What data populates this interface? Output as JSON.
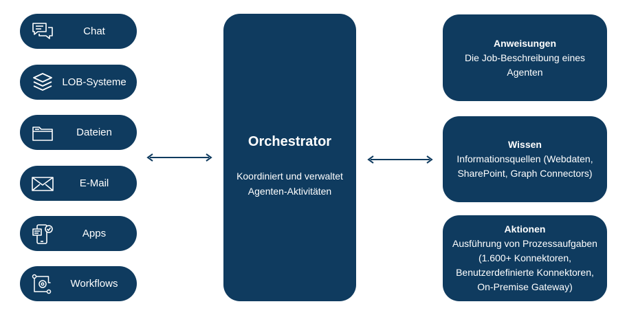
{
  "sources": [
    {
      "label": "Chat",
      "icon": "chat-icon"
    },
    {
      "label": "LOB-Systeme",
      "icon": "layers-icon"
    },
    {
      "label": "Dateien",
      "icon": "folder-icon"
    },
    {
      "label": "E-Mail",
      "icon": "mail-icon"
    },
    {
      "label": "Apps",
      "icon": "mobile-app-icon"
    },
    {
      "label": "Workflows",
      "icon": "workflow-icon"
    }
  ],
  "orchestrator": {
    "title": "Orchestrator",
    "desc_line1": "Koordiniert und verwaltet",
    "desc_line2": "Agenten-Aktivitäten"
  },
  "cards": [
    {
      "title": "Anweisungen",
      "lines": [
        "Die Job-Beschreibung eines",
        "Agenten"
      ]
    },
    {
      "title": "Wissen",
      "lines": [
        "Informationsquellen (Webdaten,",
        "SharePoint, Graph Connectors)"
      ]
    },
    {
      "title": "Aktionen",
      "lines": [
        "Ausführung von Prozessaufgaben",
        "(1.600+ Konnektoren,",
        "Benutzerdefinierte Konnektoren,",
        "On-Premise Gateway)"
      ]
    }
  ],
  "colors": {
    "box": "#0f3b5f",
    "text": "#ffffff",
    "arrow": "#0f3b5f"
  }
}
